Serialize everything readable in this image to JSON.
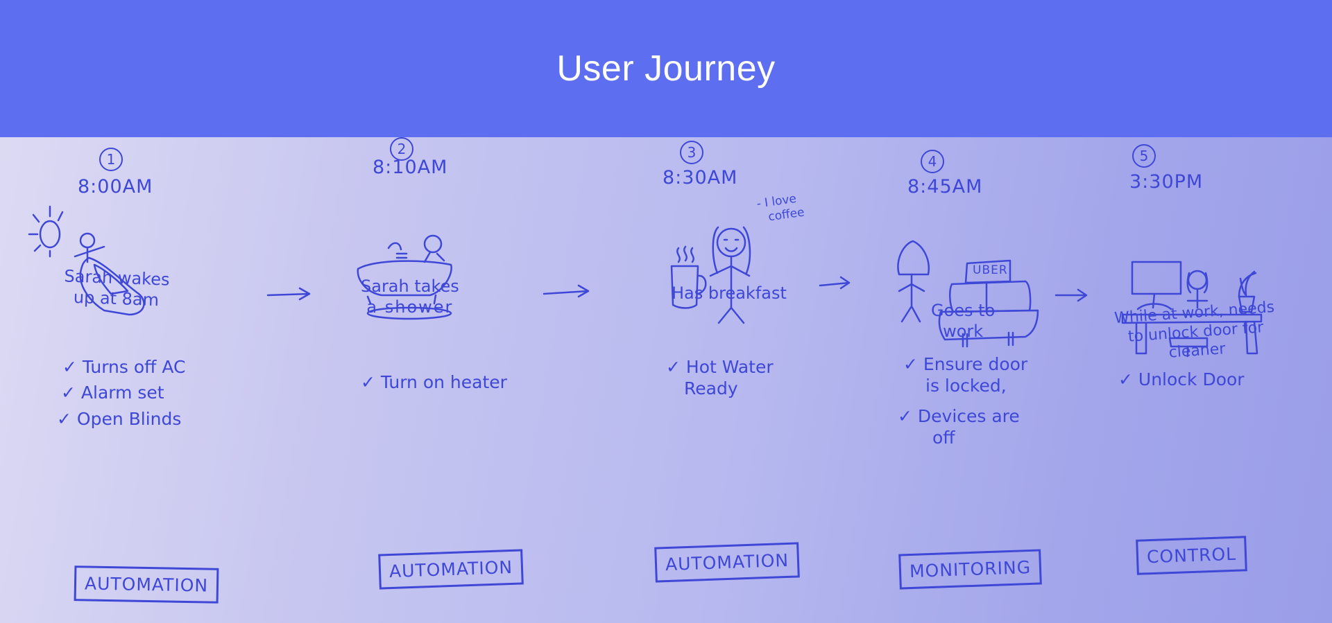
{
  "header": {
    "title": "User Journey"
  },
  "steps": [
    {
      "number": "1",
      "time": "8:00AM",
      "caption": [
        "Sarah wakes",
        "up at 8am"
      ],
      "checks": [
        "✓ Turns off AC",
        "✓ Alarm set",
        "✓ Open Blinds"
      ],
      "tag": "AUTOMATION"
    },
    {
      "number": "2",
      "time": "8:10AM",
      "caption": [
        "Sarah takes",
        "a shower"
      ],
      "checks": [
        "✓ Turn on heater"
      ],
      "tag": "AUTOMATION"
    },
    {
      "number": "3",
      "time": "8:30AM",
      "caption": [
        "Has breakfast"
      ],
      "note": [
        "- I love",
        "coffee"
      ],
      "checks": [
        "✓ Hot Water",
        "Ready"
      ],
      "tag": "AUTOMATION"
    },
    {
      "number": "4",
      "time": "8:45AM",
      "caption": [
        "Goes to",
        "work"
      ],
      "sign": "UBER",
      "checks": [
        "✓ Ensure door",
        "is locked,",
        "✓ Devices are",
        "off"
      ],
      "tag": "MONITORING"
    },
    {
      "number": "5",
      "time": "3:30PM",
      "caption": [
        "While at work, needs",
        "to unlock door for",
        "cleaner"
      ],
      "checks": [
        "✓ Unlock Door"
      ],
      "tag": "CONTROL"
    }
  ],
  "colors": {
    "header_bg": "#5d6ef0",
    "ink": "#3e47d6",
    "paper": "#b7b9ef"
  }
}
